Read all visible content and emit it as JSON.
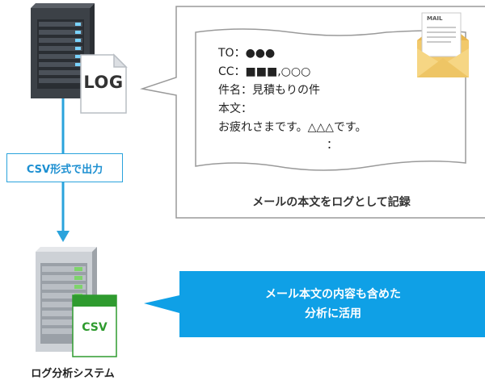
{
  "log_file_label": "LOG",
  "csv_label": "CSV形式で出力",
  "mail": {
    "icon_label": "MAIL",
    "lines": [
      "TO：●●●",
      "CC：■■■,○○○",
      "件名：見積もりの件",
      "本文：",
      "お疲れさまです。△△△です。",
      "："
    ]
  },
  "mail_caption": "メールの本文をログとして記録",
  "csv_file_label": "CSV",
  "blue_box": {
    "line1": "メール本文の内容も含めた",
    "line2": "分析に活用"
  },
  "system_label": "ログ分析システム",
  "colors": {
    "accent_blue": "#0fa0e6",
    "line_blue": "#2aa3dc",
    "csv_green": "#2f9b2f"
  }
}
